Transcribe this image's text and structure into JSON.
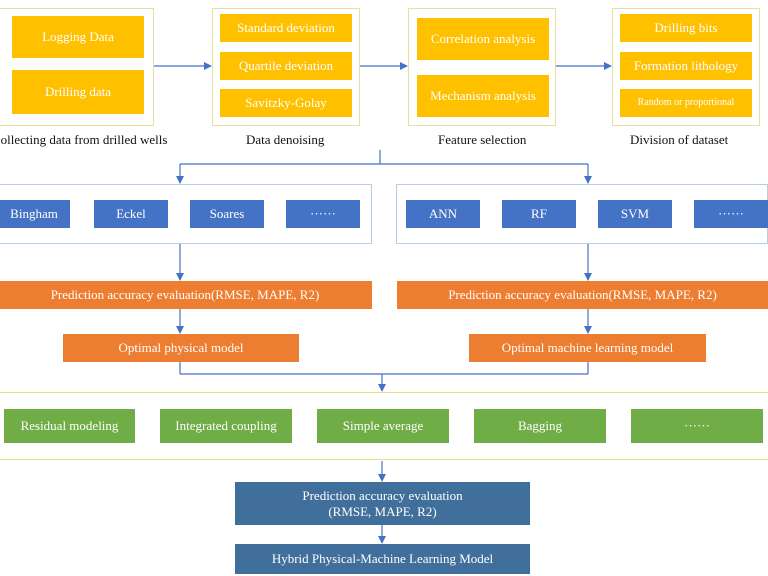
{
  "stage1": {
    "collect": {
      "label": "Collecting data from drilled wells",
      "items": [
        "Logging Data",
        "Drilling data"
      ]
    },
    "denoise": {
      "label": "Data denoising",
      "items": [
        "Standard deviation",
        "Quartile deviation",
        "Savitzky-Golay"
      ]
    },
    "feature": {
      "label": "Feature selection",
      "items": [
        "Correlation analysis",
        "Mechanism analysis"
      ]
    },
    "division": {
      "label": "Division of dataset",
      "items": [
        "Drilling bits",
        "Formation lithology",
        "Random or proportional"
      ]
    }
  },
  "physical": {
    "models": [
      "Bingham",
      "Eckel",
      "Soares",
      "······"
    ],
    "evaluation": "Prediction accuracy evaluation(RMSE, MAPE, R2)",
    "optimal": "Optimal physical model"
  },
  "ml": {
    "models": [
      "ANN",
      "RF",
      "SVM",
      "······"
    ],
    "evaluation": "Prediction accuracy evaluation(RMSE, MAPE, R2)",
    "optimal": "Optimal machine learning model"
  },
  "hybrid_methods": [
    "Residual modeling",
    "Integrated coupling",
    "Simple average",
    "Bagging",
    "······"
  ],
  "final": {
    "evaluation_line1": "Prediction accuracy evaluation",
    "evaluation_line2": "(RMSE, MAPE, R2)",
    "model": "Hybrid Physical-Machine Learning Model"
  },
  "colors": {
    "yellow": "#ffc000",
    "blue": "#4472c4",
    "orange": "#ed7d31",
    "green": "#70ad47",
    "steel": "#3f6f9a",
    "arrow": "#4472c4"
  }
}
